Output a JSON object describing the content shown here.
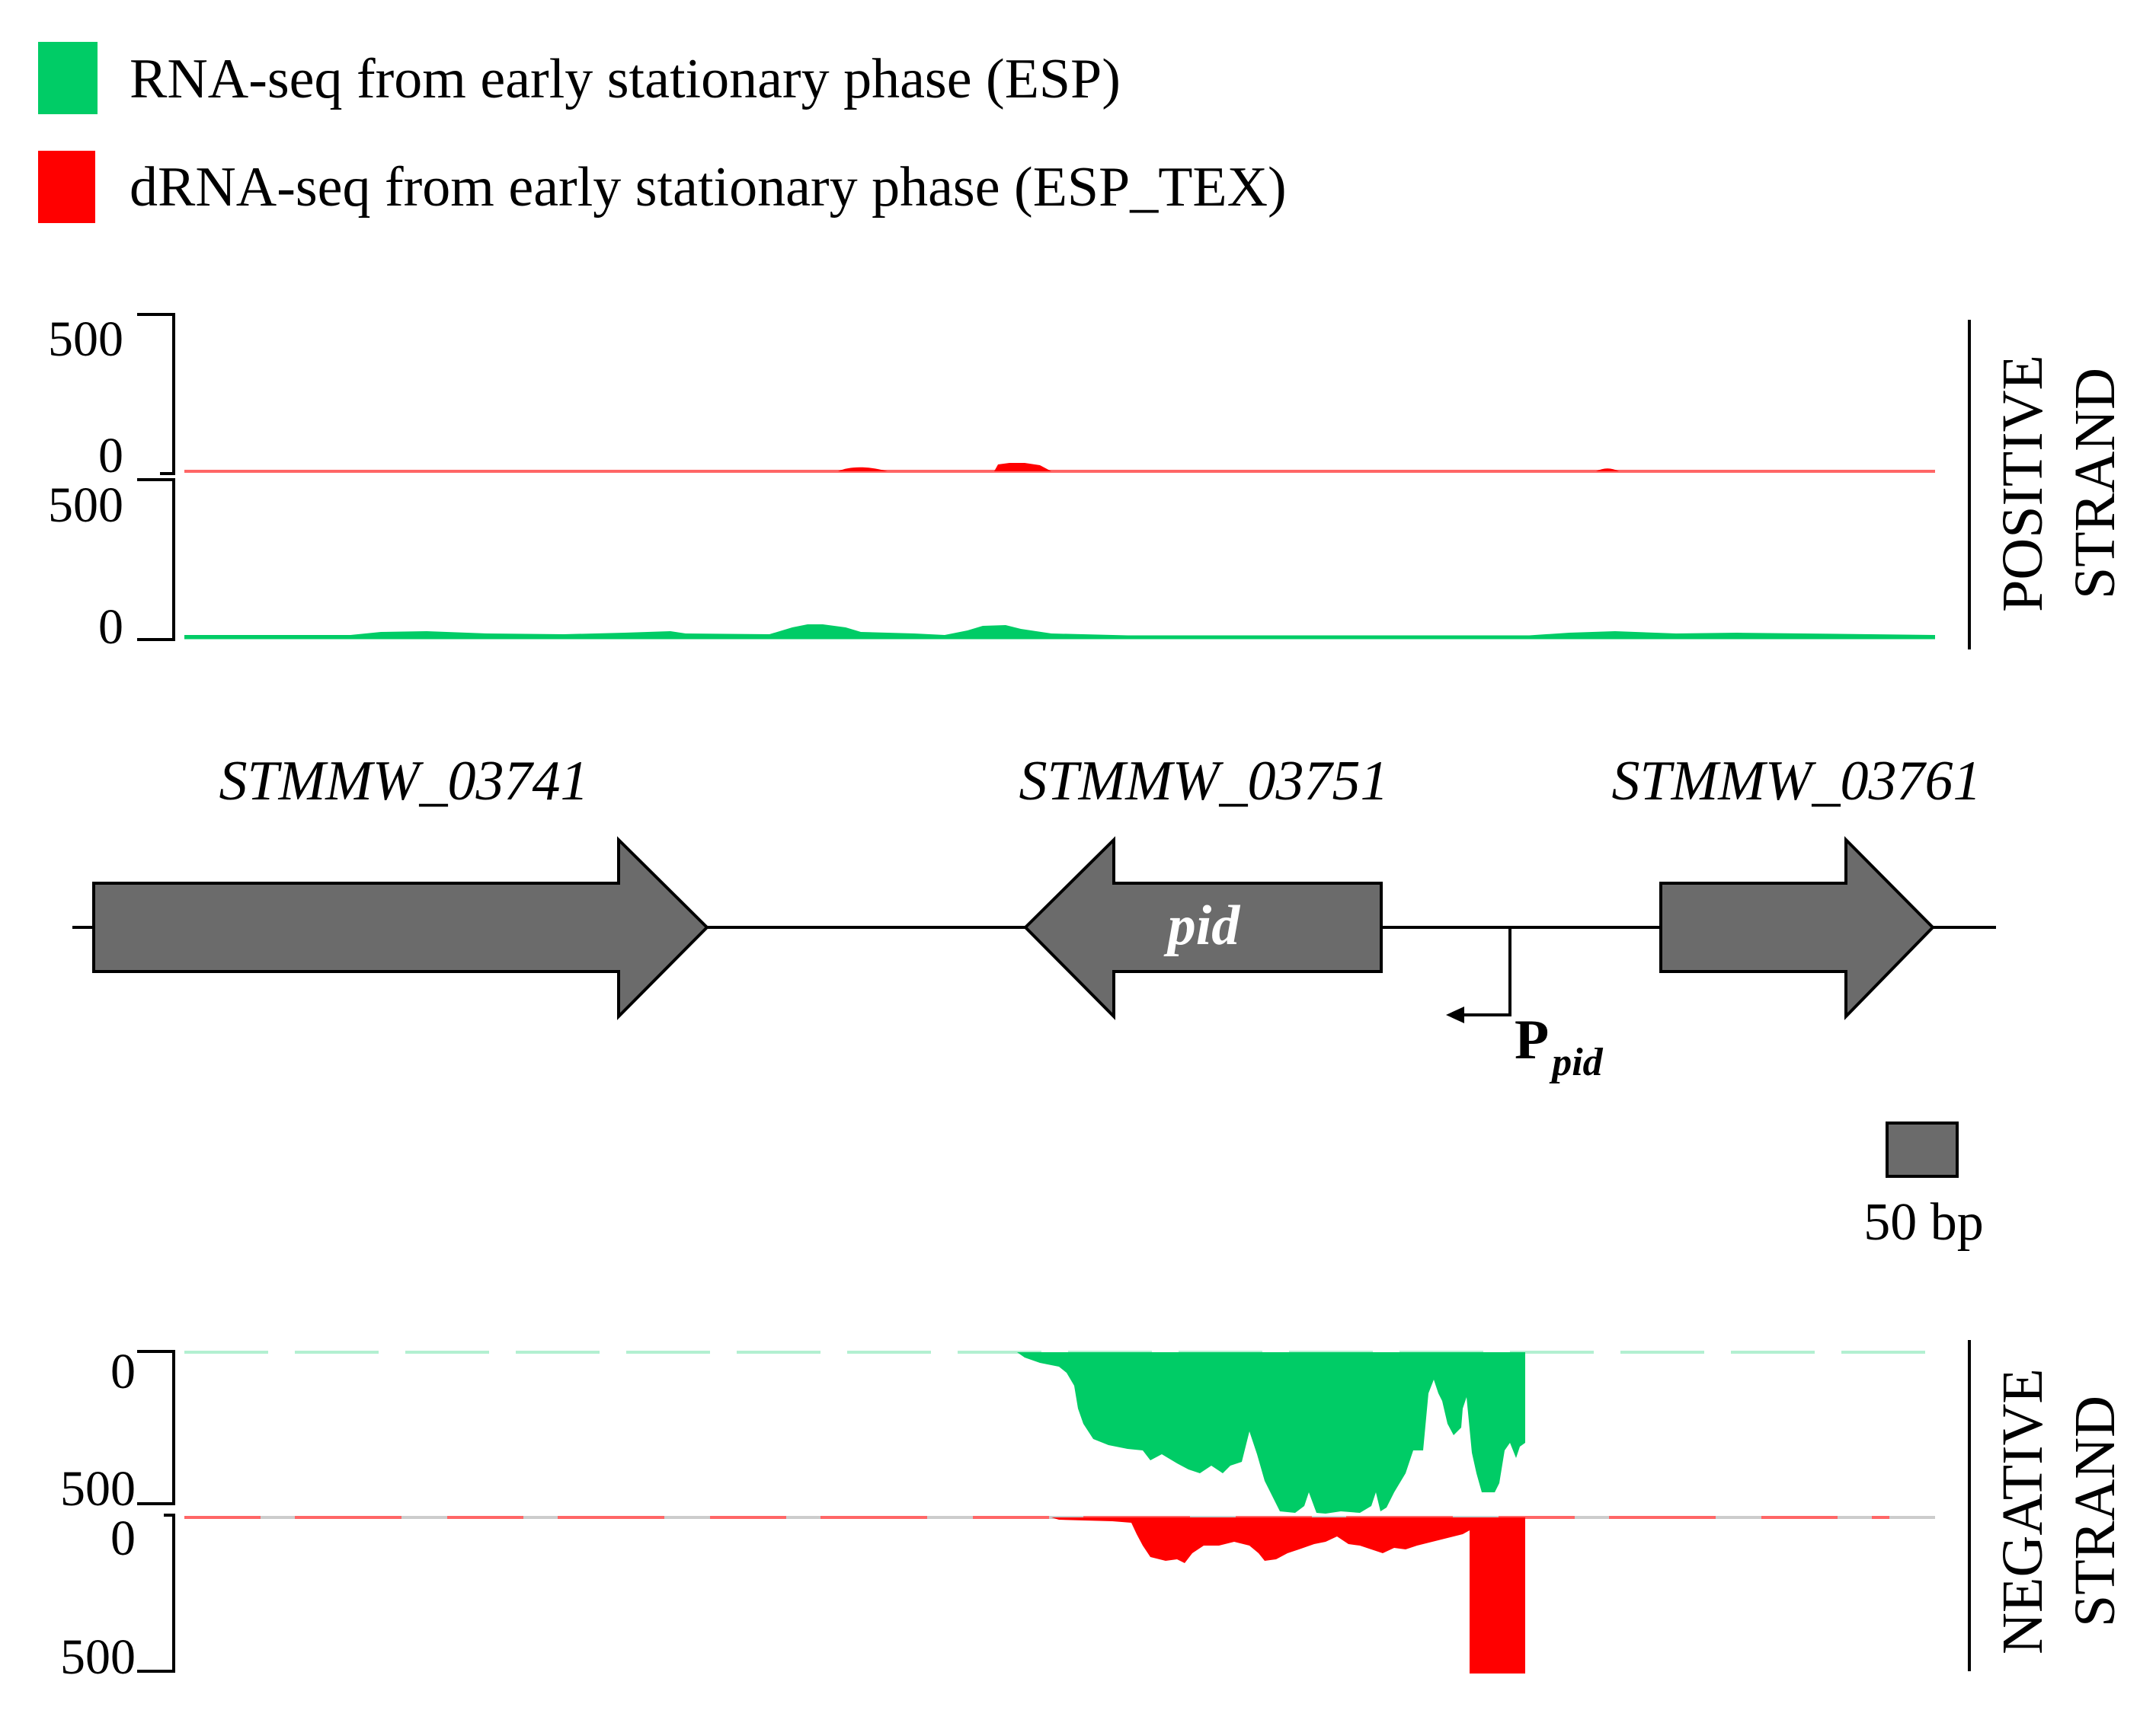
{
  "legend": {
    "items": [
      {
        "label": "RNA-seq from early stationary phase (ESP)",
        "color": "#00cc66"
      },
      {
        "label": "dRNA-seq from early stationary phase (ESP_TEX)",
        "color": "#ff0000"
      }
    ]
  },
  "colors": {
    "rna": "#00cc66",
    "drna": "#ff0000",
    "gene": "#6b6b6b",
    "line": "#000000",
    "rna_baseline": "#b3f0d1",
    "drna_baseline": "#ff8080",
    "grey_baseline": "#cccccc"
  },
  "positive_strand": {
    "label_line1": "POSITIVE",
    "label_line2": "STRAND",
    "drna_track": {
      "top_tick": "500",
      "bottom_tick": "0"
    },
    "rna_track": {
      "top_tick": "500",
      "bottom_tick": "0"
    }
  },
  "negative_strand": {
    "label_line1": "NEGATIVE",
    "label_line2": "STRAND",
    "rna_track": {
      "top_tick": "0",
      "bottom_tick": "500"
    },
    "drna_track": {
      "top_tick": "0",
      "bottom_tick": "500"
    }
  },
  "genes": [
    {
      "name": "STMMW_03741",
      "direction": "forward",
      "inner_label": ""
    },
    {
      "name": "STMMW_03751",
      "direction": "reverse",
      "inner_label": "pid"
    },
    {
      "name": "STMMW_03761",
      "direction": "forward",
      "inner_label": ""
    }
  ],
  "promoter": {
    "main": "P",
    "subscript": "pid"
  },
  "scale_bar": {
    "label": "50 bp"
  }
}
